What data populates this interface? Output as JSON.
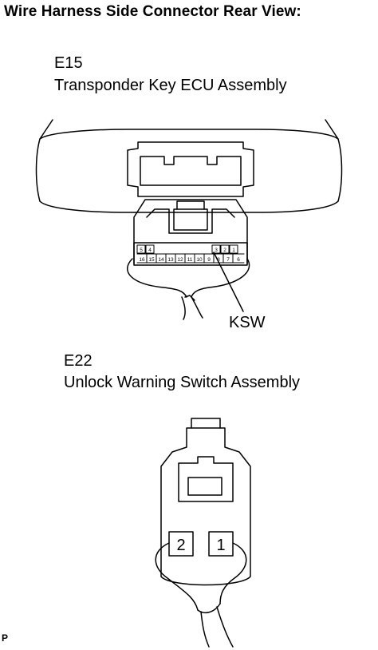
{
  "title": "Wire Harness Side Connector Rear View:",
  "connectors": [
    {
      "code": "E15",
      "name": "Transponder Key ECU Assembly",
      "pins_top": [
        "5",
        "4",
        "3",
        "2",
        "1"
      ],
      "pins_bottom": [
        "16",
        "15",
        "14",
        "13",
        "12",
        "11",
        "10",
        "9",
        "8",
        "7",
        "6"
      ],
      "callout": "KSW"
    },
    {
      "code": "E22",
      "name": "Unlock Warning Switch Assembly",
      "pins": [
        "2",
        "1"
      ]
    }
  ],
  "footer_mark": "P"
}
